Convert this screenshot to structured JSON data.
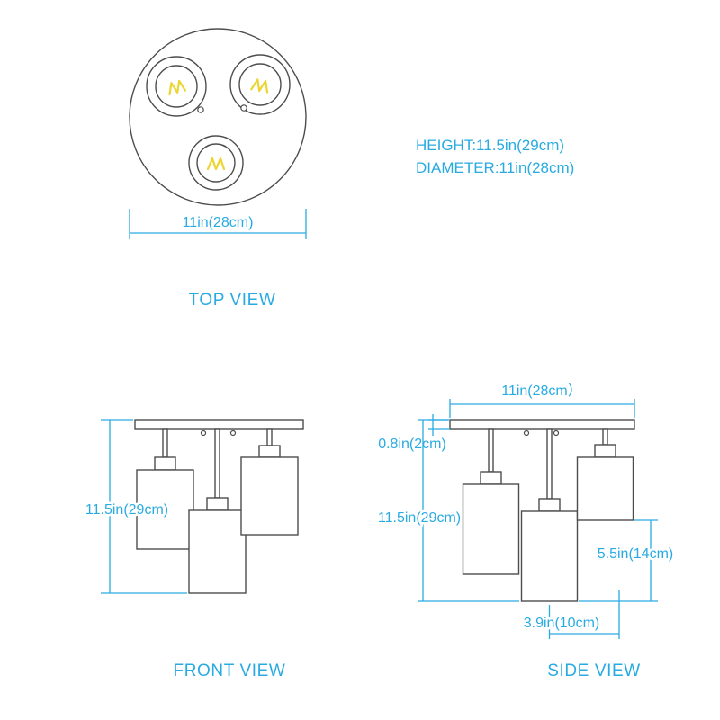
{
  "colors": {
    "line": "#4d4d4d",
    "dimension": "#29abe2",
    "filament": "#ecd531",
    "background": "#ffffff"
  },
  "icons": {
    "bulb_filament": "yellow zigzag filament squiggle inside each lamp socket"
  },
  "specs": {
    "height": "HEIGHT:11.5in(29cm)",
    "diameter": "DIAMETER:11in(28cm)"
  },
  "views": {
    "top": {
      "title": "TOP VIEW",
      "dimensions": {
        "diameter": "11in(28cm)"
      }
    },
    "front": {
      "title": "FRONT VIEW",
      "dimensions": {
        "height": "11.5in(29cm)"
      }
    },
    "side": {
      "title": "SIDE VIEW",
      "dimensions": {
        "width": "11in(28cm）",
        "canopy_thickness": "0.8in(2cm)",
        "height": "11.5in(29cm)",
        "shade_drop": "5.5in(14cm)",
        "shade_diameter": "3.9in(10cm)"
      }
    }
  }
}
